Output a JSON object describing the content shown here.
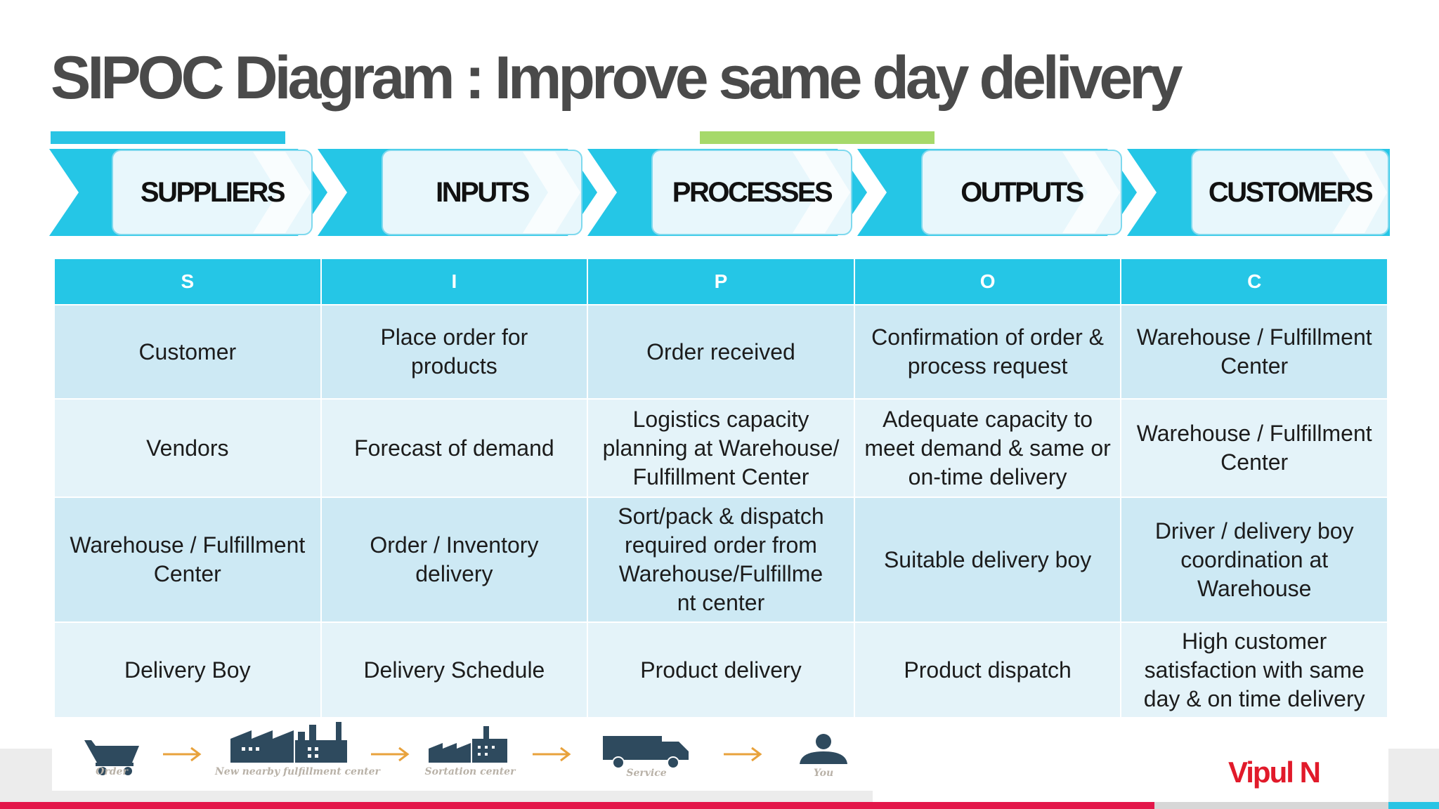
{
  "title": "SIPOC Diagram : Improve same day delivery",
  "stages": [
    "SUPPLIERS",
    "INPUTS",
    "PROCESSES",
    "OUTPUTS",
    "CUSTOMERS"
  ],
  "table": {
    "headers": [
      "S",
      "I",
      "P",
      "O",
      "C"
    ],
    "rows": [
      [
        "Customer",
        "Place order for products",
        "Order received",
        "Confirmation of order & process request",
        "Warehouse / Fulfillment Center"
      ],
      [
        "Vendors",
        "Forecast of demand",
        "Logistics capacity planning at Warehouse/ Fulfillment Center",
        "Adequate capacity to meet demand & same or on-time delivery",
        "Warehouse / Fulfillment Center"
      ],
      [
        "Warehouse / Fulfillment Center",
        "Order / Inventory delivery",
        "Sort/pack & dispatch required order from Warehouse/Fulfillme nt center",
        "Suitable delivery boy",
        "Driver / delivery boy coordination at Warehouse"
      ],
      [
        "Delivery Boy",
        "Delivery Schedule",
        "Product delivery",
        "Product dispatch",
        "High customer satisfaction with same day & on time delivery"
      ]
    ]
  },
  "flow_icons": [
    {
      "icon": "shopping-cart-icon",
      "caption": "Order"
    },
    {
      "icon": "factory-icon",
      "caption": "New nearby fulfillment center"
    },
    {
      "icon": "factory-icon",
      "caption": "Sortation center"
    },
    {
      "icon": "truck-icon",
      "caption": "Service"
    },
    {
      "icon": "person-icon",
      "caption": "You"
    }
  ],
  "author": "Vipul N",
  "colors": {
    "accent_cyan": "#25c6e6",
    "accent_green": "#a6d96a",
    "author_red": "#e11a2a",
    "footer_red": "#e3174a"
  }
}
